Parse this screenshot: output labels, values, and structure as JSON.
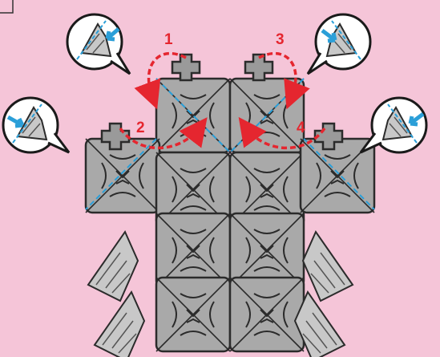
{
  "colors": {
    "background": "#f5c5d8",
    "tile": "#a9a9a9",
    "tile_dark": "#8e8e8e",
    "tile_stroke": "#2b2b2b",
    "fold_line": "#2b9fd8",
    "fold_arrow": "#2b9fd8",
    "step_arrow": "#e5262f",
    "step_number": "#e5262f",
    "bubble_fill": "#ffffff",
    "bubble_stroke": "#1a1a1a",
    "spike": "#c8c8c8"
  },
  "steps": [
    {
      "number": "1"
    },
    {
      "number": "2"
    },
    {
      "number": "3"
    },
    {
      "number": "4"
    }
  ],
  "callouts": [
    {
      "icon": "fold-detail-icon"
    },
    {
      "icon": "fold-detail-icon"
    },
    {
      "icon": "fold-detail-icon"
    },
    {
      "icon": "fold-detail-icon"
    }
  ],
  "corner_box": {
    "icon": "corner-frame-icon"
  }
}
